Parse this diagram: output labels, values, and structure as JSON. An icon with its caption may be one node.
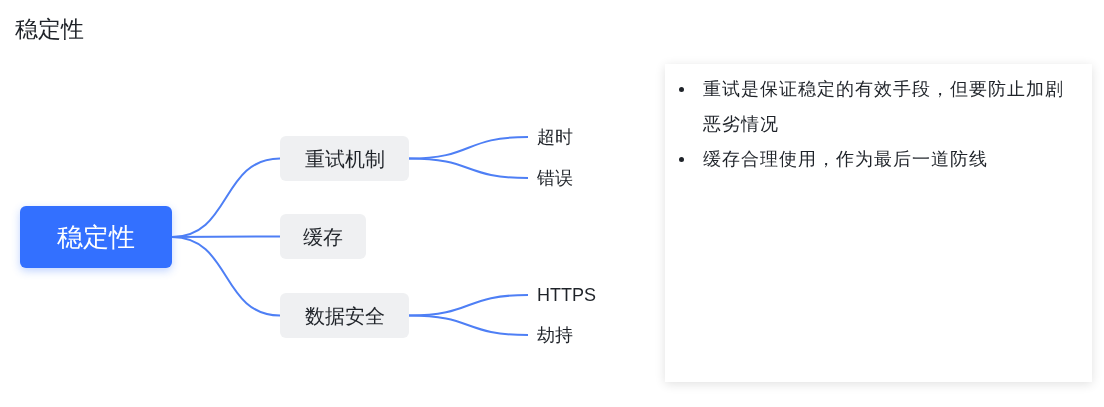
{
  "diagram": {
    "title": "稳定性",
    "nodes": [
      {
        "text": [
          "稳定性"
        ]
      },
      {
        "text": [
          "重试机制"
        ]
      },
      {
        "text": [
          "缓存"
        ]
      },
      {
        "text": [
          "数据安全"
        ]
      },
      {
        "text": [
          "超时"
        ]
      },
      {
        "text": [
          "错误"
        ]
      },
      {
        "text": [
          "HTTPS"
        ]
      },
      {
        "text": [
          "劫持"
        ]
      },
      {
        "text": [
          "重试是保证稳定的有效手段，但要防止加剧恶劣情况",
          "缓存合理使用，作为最后一道防线"
        ]
      }
    ],
    "edges": [
      {
        "from": 0,
        "to": 1,
        "arrow": "none"
      },
      {
        "from": 0,
        "to": 2,
        "arrow": "none"
      },
      {
        "from": 0,
        "to": 3,
        "arrow": "none"
      },
      {
        "from": 1,
        "to": 4,
        "arrow": "none"
      },
      {
        "from": 1,
        "to": 5,
        "arrow": "none"
      },
      {
        "from": 3,
        "to": 6,
        "arrow": "none"
      },
      {
        "from": 3,
        "to": 7,
        "arrow": "none"
      }
    ]
  }
}
